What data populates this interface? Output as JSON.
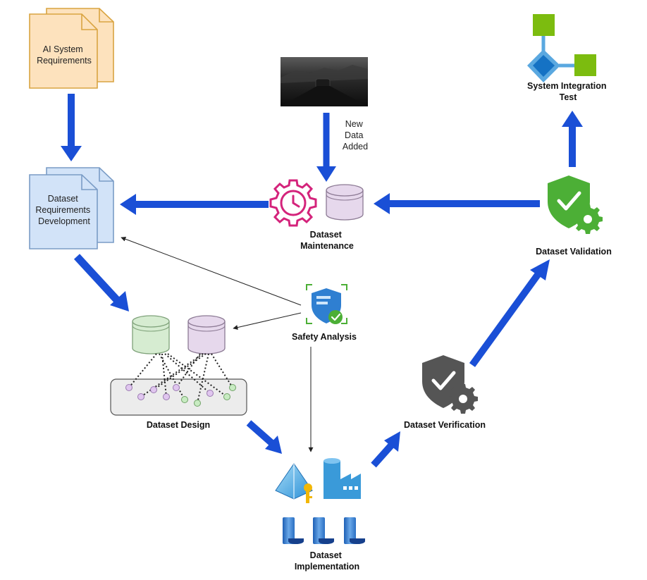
{
  "nodes": {
    "ai_system_requirements": {
      "lines": [
        "AI System",
        "Requirements"
      ]
    },
    "dataset_requirements": {
      "lines": [
        "Dataset",
        "Requirements",
        "Development"
      ]
    },
    "new_data": {
      "lines": [
        "New",
        "Data",
        "Added"
      ]
    },
    "dataset_maintenance": {
      "lines": [
        "Dataset",
        "Maintenance"
      ]
    },
    "system_integration_test": {
      "lines": [
        "System Integration",
        "Test"
      ]
    },
    "dataset_validation": {
      "label": "Dataset Validation"
    },
    "safety_analysis": {
      "label": "Safety Analysis"
    },
    "dataset_design": {
      "label": "Dataset Design"
    },
    "dataset_verification": {
      "label": "Dataset Verification"
    },
    "dataset_implementation": {
      "lines": [
        "Dataset",
        "Implementation"
      ]
    }
  },
  "colors": {
    "flow_arrow": "#1a4fd6",
    "requirements_doc": "#fde2bd",
    "requirements_doc_stroke": "#d9a441",
    "dataset_doc": "#d2e3f8",
    "dataset_doc_stroke": "#7a9cc6",
    "green_db": "#d6ecd1",
    "purple_db": "#e6d8ec",
    "gear_pink": "#d4237b",
    "shield_green": "#4caf36",
    "shield_gray": "#555555",
    "integration_green": "#7cbc0f",
    "integration_blue": "#1572c4"
  }
}
